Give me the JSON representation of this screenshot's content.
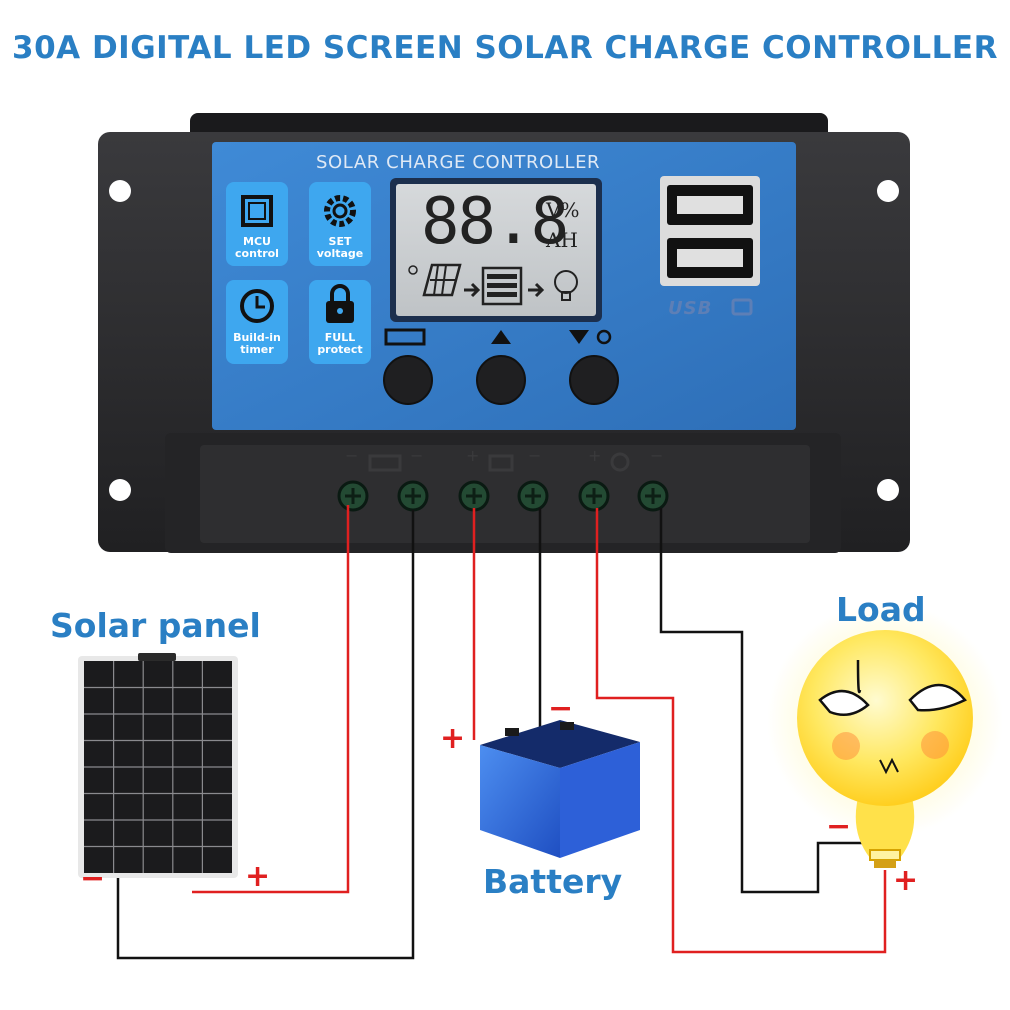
{
  "title": "30A DIGITAL LED SCREEN SOLAR CHARGE CONTROLLER",
  "controller": {
    "label": "SOLAR CHARGE CONTROLLER",
    "lcd_digits": "88.8",
    "lcd_units_top": "V%",
    "lcd_units_bottom": "AH",
    "usb_label": "USB",
    "features": [
      {
        "line1": "MCU",
        "line2": "control",
        "icon": "chip-icon"
      },
      {
        "line1": "SET",
        "line2": "voltage",
        "icon": "gear-icon"
      },
      {
        "line1": "Build-in",
        "line2": "timer",
        "icon": "clock-icon"
      },
      {
        "line1": "FULL",
        "line2": "protect",
        "icon": "lock-icon"
      }
    ],
    "terminal_signs": [
      "−",
      "−",
      "+",
      "−",
      "+",
      "−"
    ]
  },
  "labels": {
    "solar_panel": "Solar panel",
    "battery": "Battery",
    "load": "Load"
  },
  "polarity": {
    "plus": "+",
    "minus": "−"
  },
  "colors": {
    "title_blue": "#2a7fc4",
    "panel_blue": "#3d83cf",
    "wire_red": "#e02020",
    "wire_black": "#111111",
    "housing": "#2b2b2d"
  }
}
